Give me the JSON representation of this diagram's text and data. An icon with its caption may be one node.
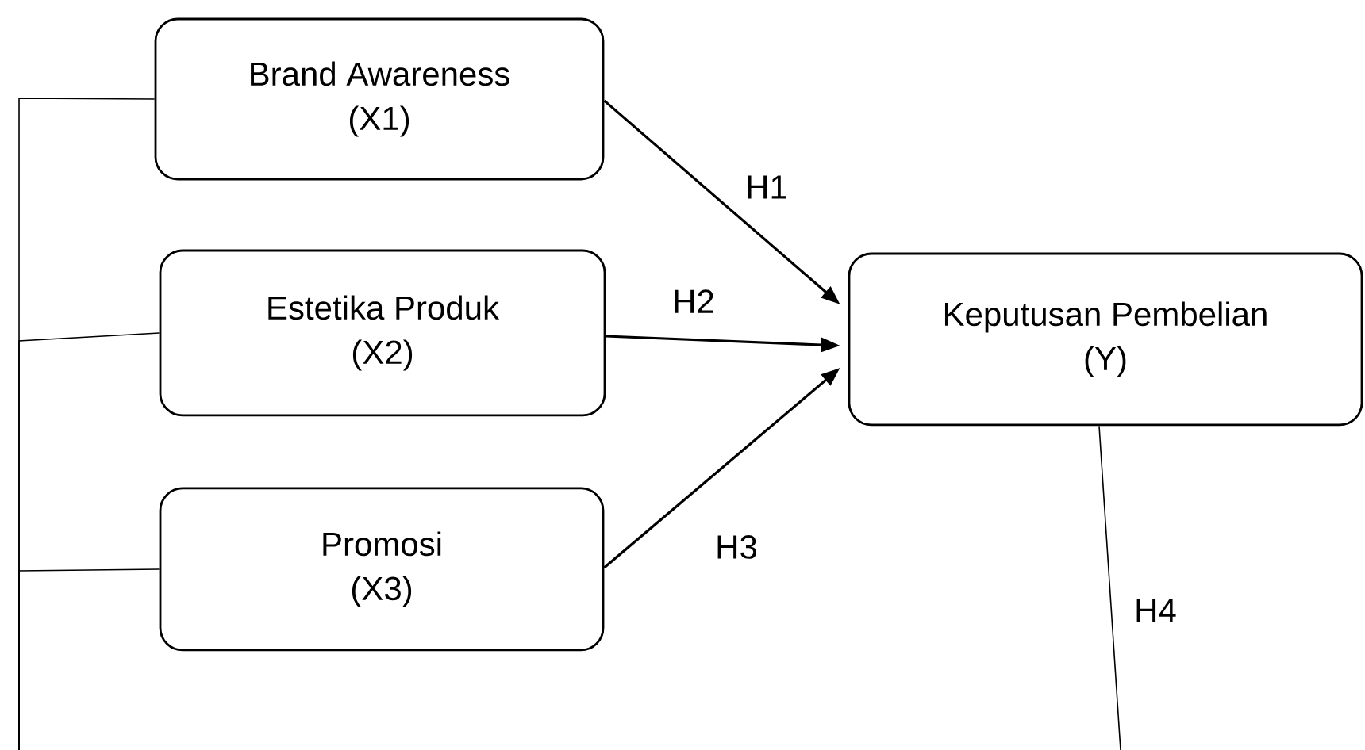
{
  "diagram": {
    "nodes": [
      {
        "text": [
          "Brand Awareness",
          "(X1)"
        ]
      },
      {
        "text": [
          "Estetika Produk",
          "(X2)"
        ]
      },
      {
        "text": [
          "Promosi",
          "(X3)"
        ]
      },
      {
        "text": [
          "Keputusan Pembelian",
          "(Y)"
        ]
      }
    ],
    "edges": [
      {
        "from": 0,
        "to": 3,
        "arrow": "to",
        "label": "H1"
      },
      {
        "from": 1,
        "to": 3,
        "arrow": "to",
        "label": "H2"
      },
      {
        "from": 2,
        "to": 3,
        "arrow": "to",
        "label": "H3"
      },
      {
        "from": 0,
        "to": null,
        "arrow": "none"
      },
      {
        "from": 1,
        "to": null,
        "arrow": "none"
      },
      {
        "from": 2,
        "to": null,
        "arrow": "none"
      },
      {
        "from": 3,
        "to": null,
        "arrow": "none",
        "label": "H4"
      }
    ]
  }
}
